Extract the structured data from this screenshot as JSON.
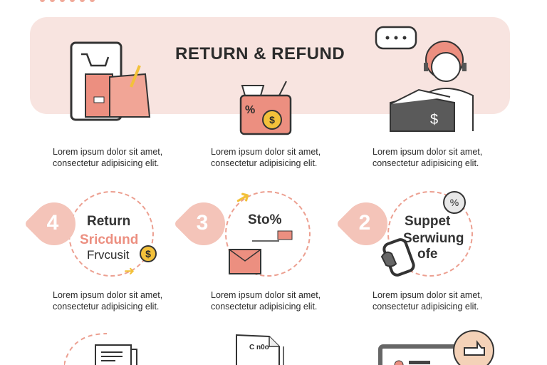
{
  "header": {
    "title": "RETURN & REFUND"
  },
  "captions": [
    {
      "line1": "Lorem ipsum dolor sit amet,",
      "line2": "consectetur adipisicing elit."
    },
    {
      "line1": "Lorem ipsum dolor sit amet,",
      "line2": "consectetur adipisicing elit."
    },
    {
      "line1": "Lorem ipsum dolor sit amet,",
      "line2": "consectetur adipisicing elit."
    },
    {
      "line1": "Lorem ipsum dolor sit amet,",
      "line2": "consectetur adipisicing elit."
    },
    {
      "line1": "Lorem ipsum dolor sit amet,",
      "line2": "consectetur adipisicing elit."
    },
    {
      "line1": "Lorem ipsum dolor sit amet,",
      "line2": "consectetur adipisicing elit."
    }
  ],
  "steps": [
    {
      "number": "4",
      "line1": "Return",
      "line2": "Sricdund",
      "line3": "Frvcusit"
    },
    {
      "number": "3",
      "line1": "Sto%"
    },
    {
      "number": "2",
      "line1": "Suppet",
      "line2": "Serwiung",
      "line3": "ofe"
    }
  ],
  "icons": {
    "dollar": "$",
    "percent": "%",
    "doc_text": "C n0o"
  },
  "colors": {
    "banner": "#f8e4e0",
    "accent": "#ec9f90",
    "coin": "#f3c13a"
  }
}
